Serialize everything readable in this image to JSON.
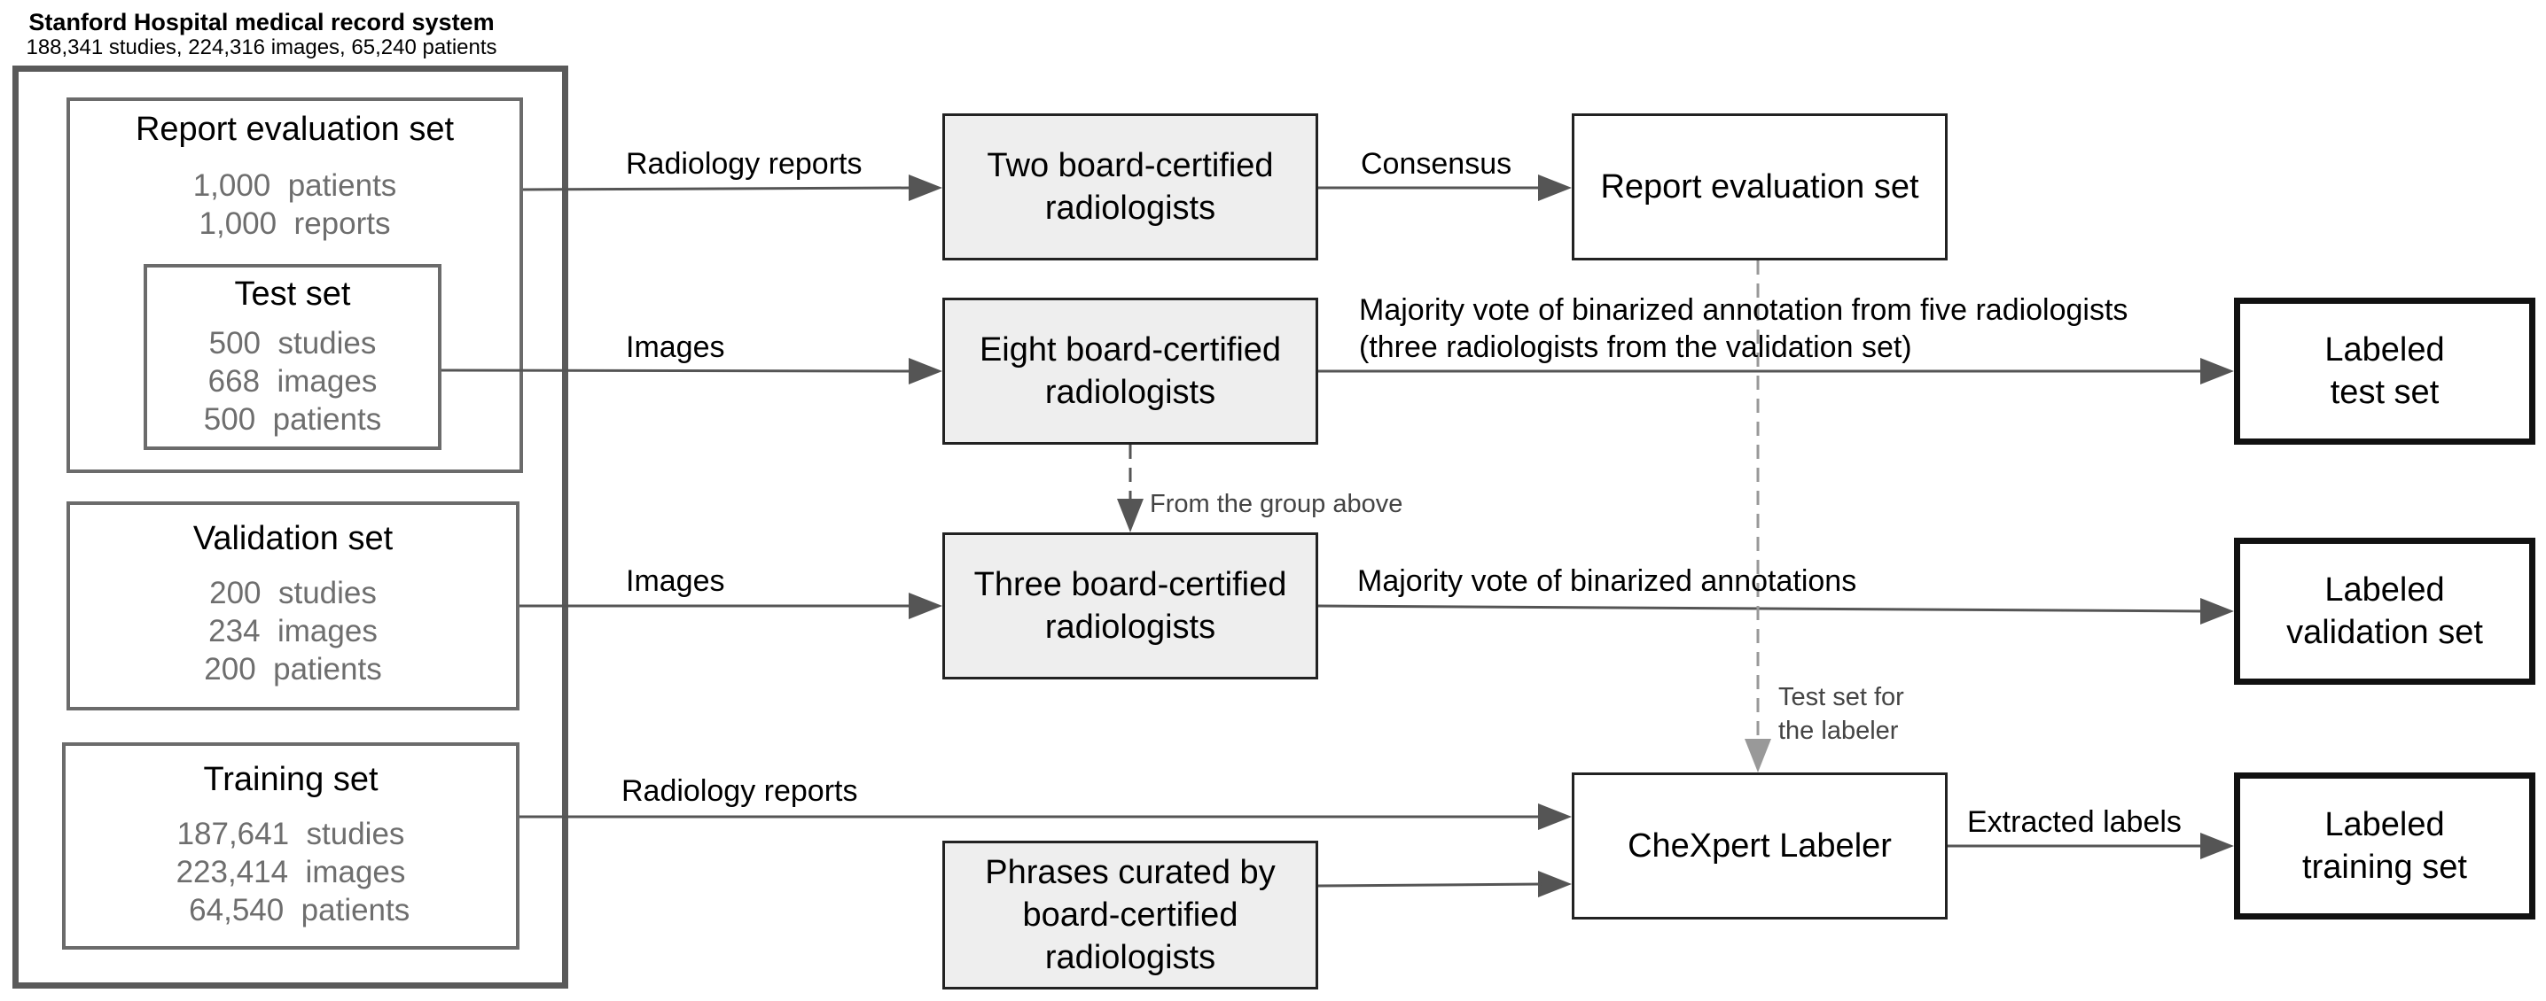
{
  "header": {
    "title": "Stanford Hospital medical record system",
    "subtitle": "188,341 studies, 224,316 images, 65,240 patients"
  },
  "sets": {
    "report_eval": {
      "title": "Report evaluation set",
      "stats": [
        "1,000  patients",
        "1,000  reports"
      ]
    },
    "test": {
      "title": "Test set",
      "stats": [
        "500  studies",
        "668  images",
        "500  patients"
      ]
    },
    "validation": {
      "title": "Validation set",
      "stats": [
        "200  studies",
        "234  images",
        "200  patients"
      ]
    },
    "training": {
      "title": "Training set",
      "stats": [
        "187,641  studies",
        "223,414  images",
        "  64,540  patients"
      ]
    }
  },
  "process": {
    "two_radiologists": [
      "Two board-certified",
      "radiologists"
    ],
    "eight_radiologists": [
      "Eight board-certified",
      "radiologists"
    ],
    "three_radiologists": [
      "Three board-certified",
      "radiologists"
    ],
    "phrases": [
      "Phrases curated by",
      "board-certified",
      "radiologists"
    ],
    "report_eval_set": "Report evaluation set",
    "labeler": "CheXpert Labeler"
  },
  "results": {
    "labeled_test": [
      "Labeled",
      "test set"
    ],
    "labeled_validation": [
      "Labeled",
      "validation set"
    ],
    "labeled_training": [
      "Labeled",
      "training set"
    ]
  },
  "edge_labels": {
    "radiology_reports_1": "Radiology reports",
    "consensus": "Consensus",
    "images_test": "Images",
    "majority_five": [
      "Majority vote of binarized annotation from five radiologists",
      "(three radiologists from the validation set)"
    ],
    "from_group_above": "From the group above",
    "images_validation": "Images",
    "majority_validation": "Majority vote of binarized annotations",
    "test_set_for_labeler": [
      "Test set for",
      "the labeler"
    ],
    "radiology_reports_2": "Radiology reports",
    "extracted_labels": "Extracted labels"
  },
  "colors": {
    "box_fill": "#eeeeee",
    "arrow": "#555555",
    "dashed_arrow": "#999999",
    "stat_text": "#6e6e6e"
  }
}
